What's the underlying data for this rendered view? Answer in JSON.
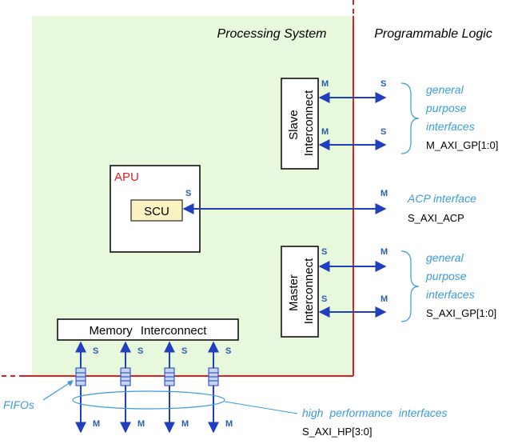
{
  "regions": {
    "ps": "Processing System",
    "pl": "Programmable Logic"
  },
  "blocks": {
    "slave": "Slave Interconnect",
    "master": "Master Interconnect",
    "apu": "APU",
    "scu": "SCU",
    "memory": "Memory Interconnect"
  },
  "ports": {
    "m": "M",
    "s": "S"
  },
  "annotations": {
    "gp_top": [
      "general",
      "purpose",
      "interfaces"
    ],
    "gp_top_signal": "M_AXI_GP[1:0]",
    "acp": "ACP interface",
    "acp_signal": "S_AXI_ACP",
    "gp_bottom": [
      "general",
      "purpose",
      "interfaces"
    ],
    "gp_bottom_signal": "S_AXI_GP[1:0]",
    "hp": "high performance interfaces",
    "hp_signal": "S_AXI_HP[3:0]",
    "fifos": "FIFOs"
  },
  "colors": {
    "ps_fill": "#e8f8dc",
    "boundary": "#e02020",
    "arrow": "#1f3fbf",
    "label_blue": "#2a5db0",
    "annotation": "#3a9ad9",
    "scu_fill": "#fbf2c2",
    "fifo_fill": "#c5d6f2"
  }
}
